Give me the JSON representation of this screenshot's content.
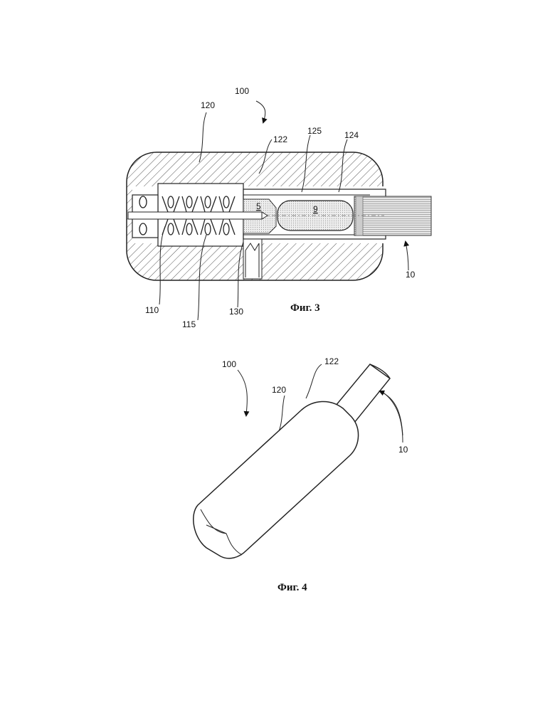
{
  "figure3": {
    "caption": "Фиг. 3",
    "labels": {
      "device": "100",
      "housing": "120",
      "end": "122",
      "bore": "125",
      "sleeve": "124",
      "stick": "10",
      "needle": "110",
      "spring": "115",
      "lock": "130",
      "tip": "5",
      "capsule": "9"
    }
  },
  "figure4": {
    "caption": "Фиг. 4",
    "labels": {
      "device": "100",
      "end": "122",
      "housing": "120",
      "stick": "10"
    }
  }
}
